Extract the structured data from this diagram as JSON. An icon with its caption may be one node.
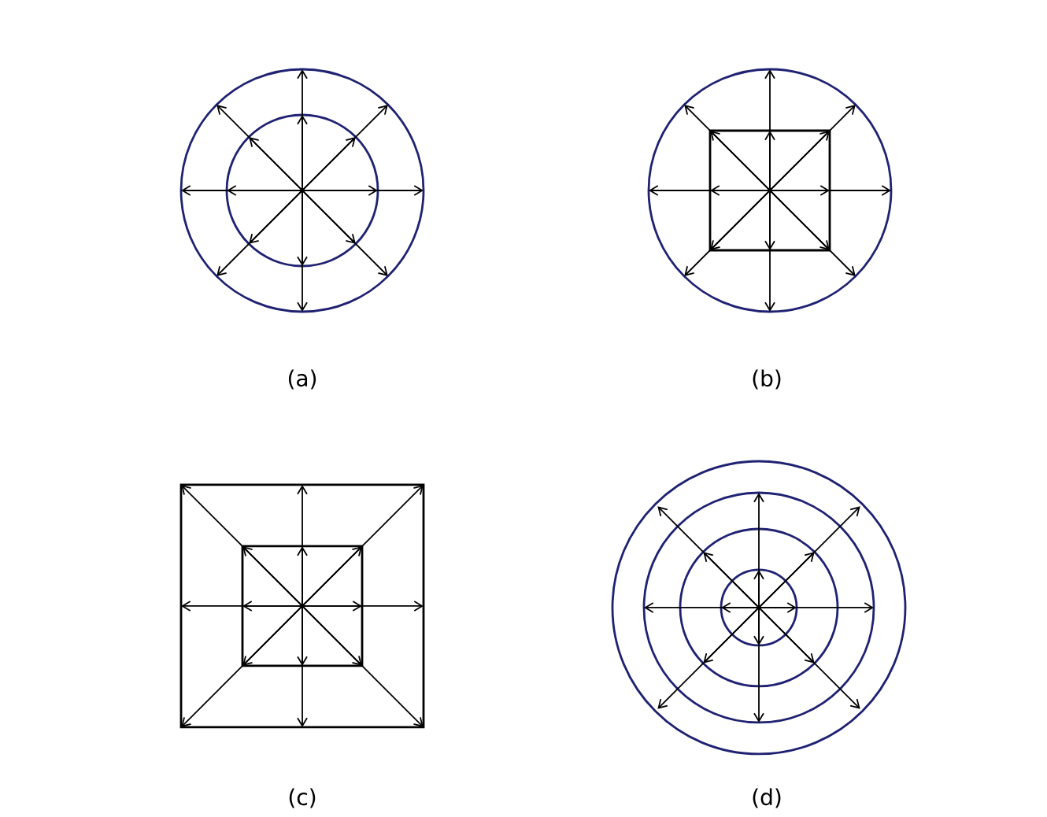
{
  "diagram": {
    "labels": [
      "(a)",
      "(b)",
      "(c)",
      "(d)"
    ]
  }
}
